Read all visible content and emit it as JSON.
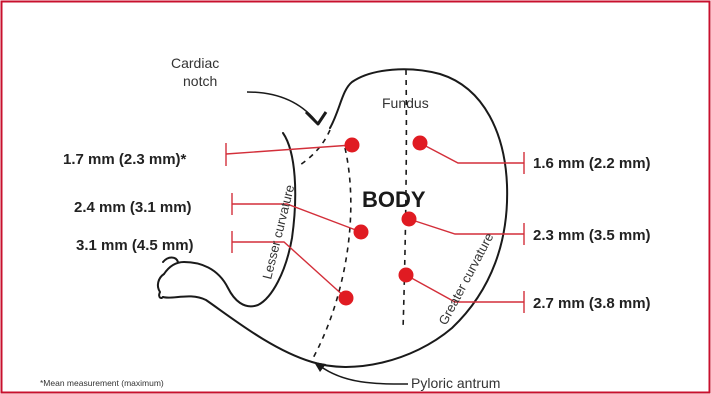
{
  "colors": {
    "border": "#c8102e",
    "marker": "#e01b22",
    "leader": "#d32f3a",
    "outline": "#1a1a1a"
  },
  "labels": {
    "cardiac_notch_line1": "Cardiac",
    "cardiac_notch_line2": "notch",
    "fundus": "Fundus",
    "body": "BODY",
    "lesser_curvature": "Lesser curvature",
    "greater_curvature": "Greater curvature",
    "pyloric_antrum": "Pyloric antrum",
    "footnote": "*Mean measurement (maximum)"
  },
  "measurements": {
    "left": [
      {
        "text": "1.7 mm (2.3 mm)*"
      },
      {
        "text": "2.4 mm (3.1 mm)"
      },
      {
        "text": "3.1 mm (4.5 mm)"
      }
    ],
    "right": [
      {
        "text": "1.6 mm (2.2 mm)"
      },
      {
        "text": "2.3 mm (3.5 mm)"
      },
      {
        "text": "2.7 mm (3.8 mm)"
      }
    ]
  }
}
